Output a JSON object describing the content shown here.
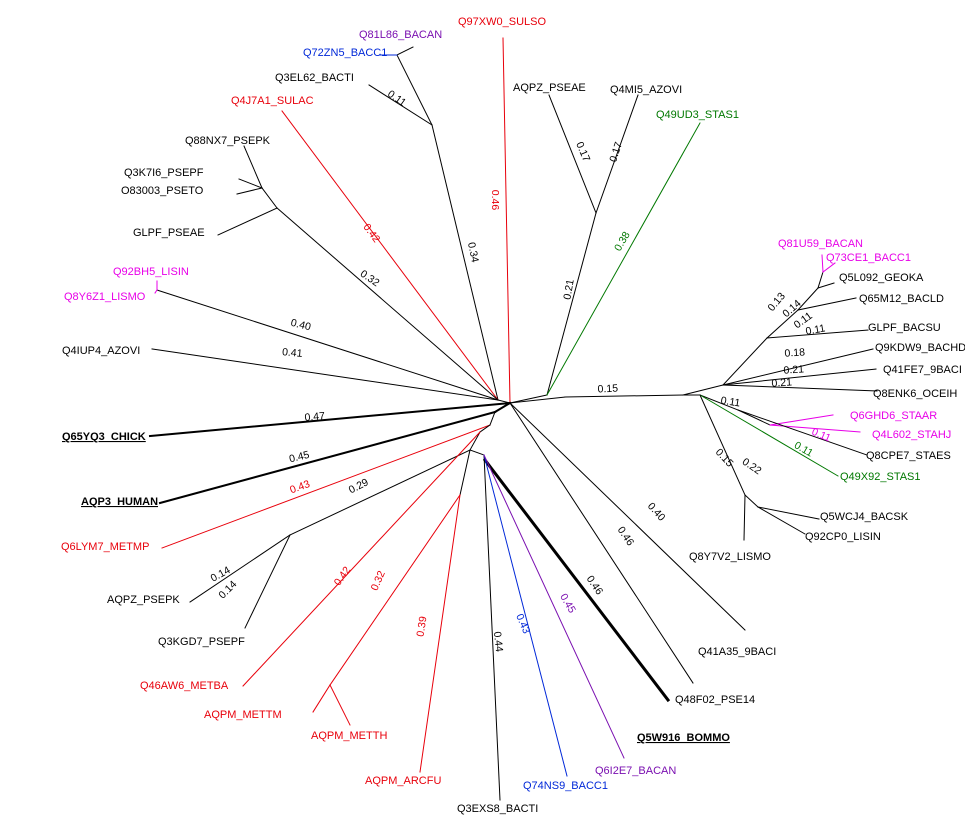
{
  "palette": {
    "black": "#000000",
    "red": "#e8000b",
    "blue": "#0028d8",
    "purple": "#7a0fb0",
    "magenta": "#e800e8",
    "green": "#007800"
  },
  "leaves": {
    "q81l86": "Q81L86_BACAN",
    "q97xw0": "Q97XW0_SULSO",
    "q72zn5": "Q72ZN5_BACC1",
    "q3el62": "Q3EL62_BACTI",
    "q4j7a1": "Q4J7A1_SULAC",
    "aqpz_pseae": "AQPZ_PSEAE",
    "q4mi5": "Q4MI5_AZOVI",
    "q49ud3": "Q49UD3_STAS1",
    "q88nx7": "Q88NX7_PSEPK",
    "q3k7i6": "Q3K7I6_PSEPF",
    "o83003": "O83003_PSETO",
    "glpf_pseae": "GLPF_PSEAE",
    "q81u59": "Q81U59_BACAN",
    "q73ce1": "Q73CE1_BACC1",
    "q5l092": "Q5L092_GEOKA",
    "q65m12": "Q65M12_BACLD",
    "q92bh5": "Q92BH5_LISIN",
    "q8y6z1": "Q8Y6Z1_LISMO",
    "glpf_bacsu": "GLPF_BACSU",
    "q9kdw9": "Q9KDW9_BACHD",
    "q4iup4": "Q4IUP4_AZOVI",
    "q41fe7": "Q41FE7_9BACI",
    "q8enk6": "Q8ENK6_OCEIH",
    "q65yq3": "Q65YQ3_CHICK",
    "q6ghd6": "Q6GHD6_STAAR",
    "q4l602": "Q4L602_STAHJ",
    "q8cpe7": "Q8CPE7_STAES",
    "aqp3": "AQP3_HUMAN",
    "q49x92": "Q49X92_STAS1",
    "q6lym7": "Q6LYM7_METMP",
    "q5wcj4": "Q5WCJ4_BACSK",
    "q92cp0": "Q92CP0_LISIN",
    "q8y7v2": "Q8Y7V2_LISMO",
    "aqpz_psepk": "AQPZ_PSEPK",
    "q3kgd7": "Q3KGD7_PSEPF",
    "q41a35": "Q41A35_9BACI",
    "q46aw6": "Q46AW6_METBA",
    "q48f02": "Q48F02_PSE14",
    "aqpm_mettm": "AQPM_METTM",
    "q5w916": "Q5W916_BOMMO",
    "aqpm_metth": "AQPM_METTH",
    "q6i2e7": "Q6I2E7_BACAN",
    "aqpm_arcfu": "AQPM_ARCFU",
    "q74ns9": "Q74NS9_BACC1",
    "q3exs8": "Q3EXS8_BACTI"
  },
  "branch_lengths": {
    "q3el62": "0.11",
    "pseudomonas_glpf": "0.34",
    "q97xw0": "0.46",
    "aqpz_pseae": "0.17",
    "q4mi5": "0.17",
    "azovi_clade": "0.21",
    "q49ud3": "0.38",
    "q4j7a1": "0.42",
    "glpf_clade": "0.32",
    "listeria_pair": "0.40",
    "q4iup4": "0.41",
    "q65yq3": "0.47",
    "aqp3": "0.45",
    "q6lym7": "0.43",
    "psepk_clade": "0.29",
    "aqpz_psepk": "0.14",
    "q3kgd7": "0.14",
    "q46aw6": "0.42",
    "mett_clade": "0.32",
    "aqpm_arcfu": "0.39",
    "q3exs8": "0.44",
    "q74ns9": "0.43",
    "q6i2e7": "0.45",
    "q5w916": "0.46",
    "q48f02": "0.46",
    "q41a35": "0.40",
    "bacillus_clade": "0.15",
    "q81u59_pair": "0.13",
    "q5l092": "0.14",
    "q65m12": "0.11",
    "glpf_bacsu": "0.11",
    "q9kdw9": "0.18",
    "q41fe7": "0.21",
    "q8enk6": "0.21",
    "staph_clade": "0.11",
    "staph_pair": "0.11",
    "q49x92": "0.11",
    "lis_bacsk_clade": "0.15",
    "q5wcj4_pair": "0.22"
  }
}
